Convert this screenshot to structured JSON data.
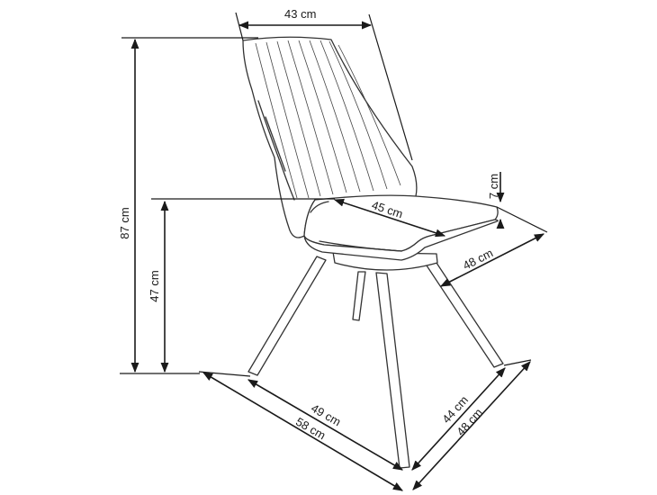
{
  "diagram": {
    "labels": {
      "back_width": "43 cm",
      "total_height": "87 cm",
      "seat_height": "47 cm",
      "seat_depth": "45 cm",
      "cushion_thickness": "7 cm",
      "seat_width": "48 cm",
      "base_depth_inner": "49 cm",
      "base_depth_outer": "58 cm",
      "base_width_inner": "44 cm",
      "base_width_outer": "48 cm"
    },
    "colors": {
      "line": "#1a1a1a",
      "outline": "#333333",
      "background": "#ffffff"
    },
    "icons": [
      "arrowhead"
    ]
  }
}
